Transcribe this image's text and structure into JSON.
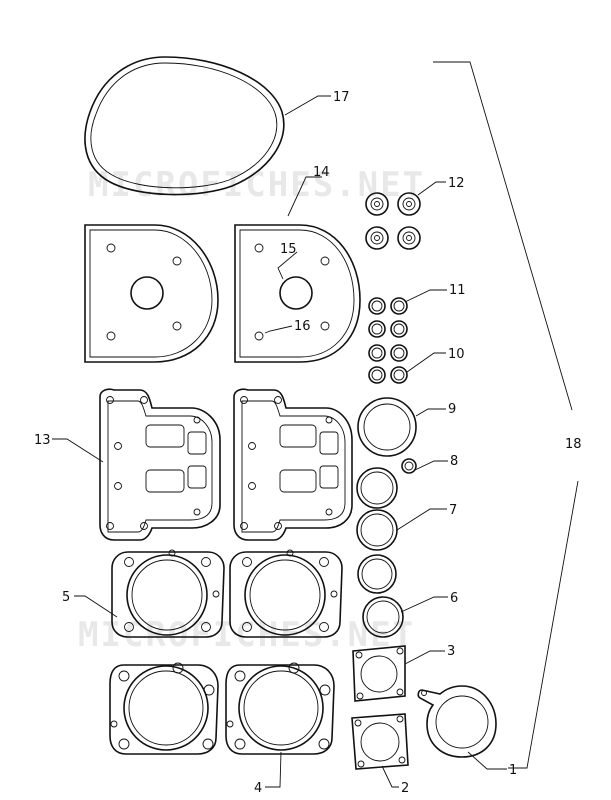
{
  "watermark": {
    "text": "MICROFICHES.NET"
  },
  "callouts": {
    "p1": "1",
    "p2": "2",
    "p3": "3",
    "p4": "4",
    "p5": "5",
    "p6": "6",
    "p7": "7",
    "p8": "8",
    "p9": "9",
    "p10": "10",
    "p11": "11",
    "p12": "12",
    "p13": "13",
    "p14": "14",
    "p15": "15",
    "p16": "16",
    "p17": "17",
    "p18": "18"
  }
}
